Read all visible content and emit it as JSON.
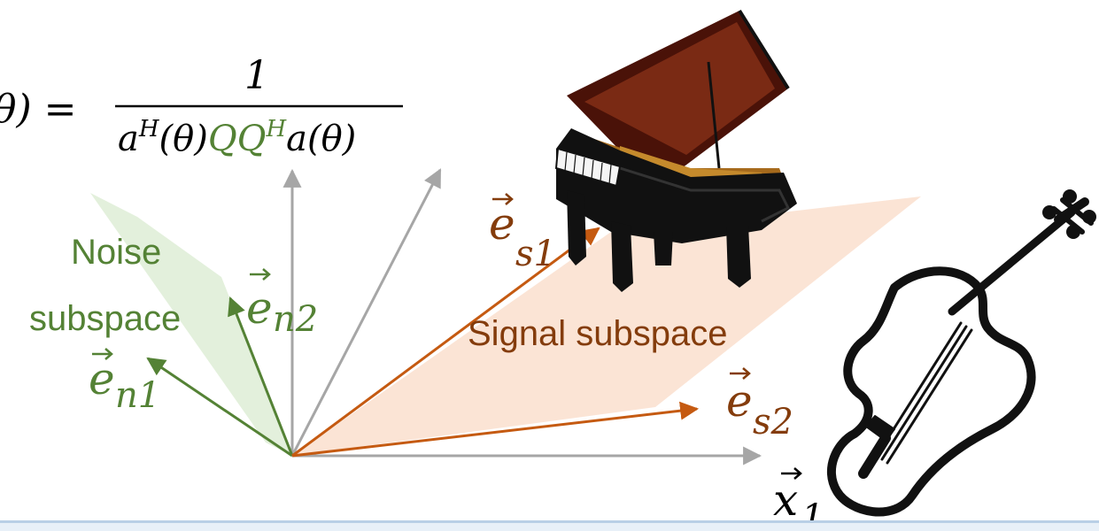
{
  "formula": {
    "lhs": "θ) =",
    "numerator": "1",
    "denominator_parts": {
      "a_head": "a",
      "sup_H": "H",
      "theta1": "(θ)",
      "Q1": "Q",
      "Q2": "Q",
      "sup_H2": "H",
      "a_tail": "a",
      "theta2": "(θ)"
    }
  },
  "labels": {
    "noise_subspace_line1": "Noise",
    "noise_subspace_line2": "subspace",
    "signal_subspace": "Signal subspace"
  },
  "vectors": {
    "e": "e",
    "n1_sub": "n1",
    "n2_sub": "n2",
    "s1_sub": "s1",
    "s2_sub": "s2",
    "x": "x",
    "x1_sub": "1"
  },
  "colors": {
    "noise": "#548235",
    "noise_fill": "#e2efda",
    "signal": "#c55a11",
    "signal_text": "#843c0c",
    "signal_fill": "#fbe1d0",
    "axis": "#a6a6a6",
    "text": "#000000"
  },
  "icons": [
    "grand-piano-icon",
    "violin-icon"
  ]
}
